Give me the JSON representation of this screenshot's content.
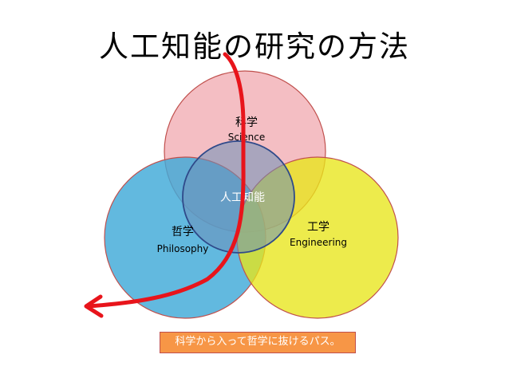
{
  "title": "人工知能の研究の方法",
  "circles": {
    "science": {
      "label_ja": "科学",
      "label_en": "Science",
      "fill": "#f2b3b8",
      "stroke": "#c0504d"
    },
    "philosophy": {
      "label_ja": "哲学",
      "label_en": "Philosophy",
      "fill": "#3fa9d8",
      "stroke": "#c0504d"
    },
    "engineering": {
      "label_ja": "工学",
      "label_en": "Engineering",
      "fill": "#e8e61a",
      "stroke": "#c0504d"
    },
    "ai": {
      "label": "人工知能",
      "stroke": "#2f4a8a"
    }
  },
  "path_arrow": {
    "color": "#e8141b"
  },
  "note": {
    "text": "科学から入って哲学に抜けるパス。",
    "fill": "#f79646",
    "stroke": "#c0504d",
    "text_color": "#ffffff"
  }
}
